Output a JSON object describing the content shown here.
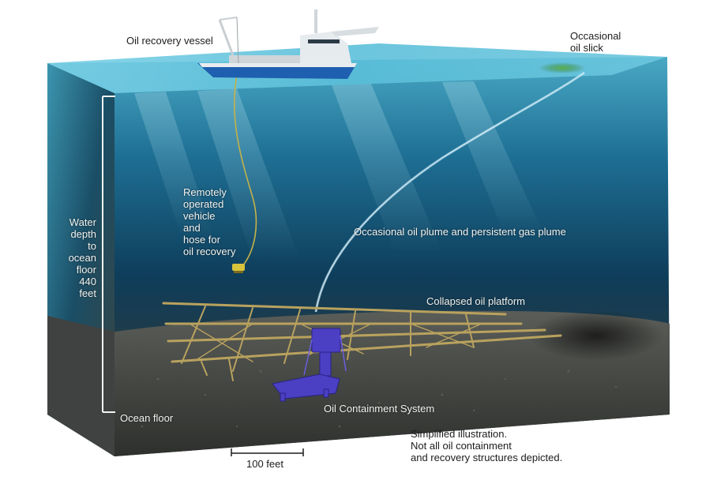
{
  "labels": {
    "vessel": "Oil recovery vessel",
    "slick": [
      "Occasional",
      "oil slick"
    ],
    "rov": [
      "Remotely",
      "operated",
      "vehicle",
      "and",
      "hose for",
      "oil recovery"
    ],
    "plume": "Occasional oil plume and persistent gas plume",
    "depth": [
      "Water",
      "depth",
      "to",
      "ocean",
      "floor",
      "440",
      "feet"
    ],
    "platform": "Collapsed oil platform",
    "containment": "Oil Containment System",
    "ocean_floor": "Ocean floor",
    "scale": "100 feet",
    "note": [
      "Simplified illustration.",
      "Not all oil containment",
      "and recovery structures depicted."
    ]
  },
  "colors": {
    "water_surface": "#4fb3d0",
    "water_deep": "#0f3a57",
    "seafloor": "#4b4b47",
    "platform": "#b8a060",
    "containment": "#4a3fc0",
    "ship_hull": "#1e5fb0",
    "slick": "#3d9a3a"
  }
}
